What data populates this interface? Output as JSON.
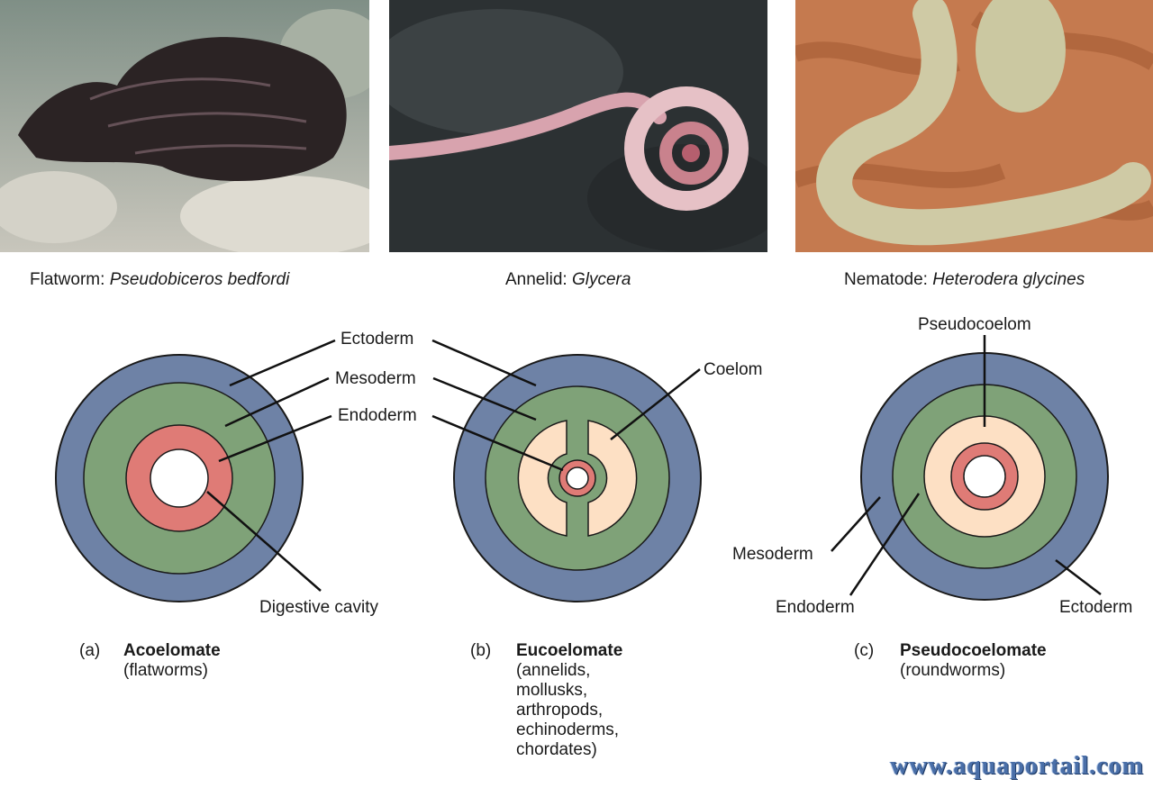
{
  "photos": [
    {
      "label_prefix": "Flatworm: ",
      "species": "Pseudobiceros bedfordi"
    },
    {
      "label_prefix": "Annelid: ",
      "species": "Glycera"
    },
    {
      "label_prefix": "Nematode: ",
      "species": "Heterodera glycines"
    }
  ],
  "labels": {
    "ectoderm": "Ectoderm",
    "mesoderm": "Mesoderm",
    "endoderm": "Endoderm",
    "coelom": "Coelom",
    "digestive_cavity": "Digestive cavity",
    "pseudocoelom": "Pseudocoelom",
    "mesoderm_c": "Mesoderm",
    "endoderm_c": "Endoderm",
    "ectoderm_c": "Ectoderm"
  },
  "subtypes": [
    {
      "letter": "(a)",
      "kind": "Acoelomate",
      "examples": [
        "(flatworms)"
      ]
    },
    {
      "letter": "(b)",
      "kind": "Eucoelomate",
      "examples": [
        "(annelids,",
        "mollusks,",
        "arthropods,",
        "echinoderms,",
        "chordates)"
      ]
    },
    {
      "letter": "(c)",
      "kind": "Pseudocoelomate",
      "examples": [
        "(roundworms)"
      ]
    }
  ],
  "colors": {
    "ectoderm": "#6e82a6",
    "mesoderm": "#7fa278",
    "endoderm": "#df7b76",
    "coelom": "#fde0c4",
    "cavity": "#ffffff"
  },
  "watermark": "www.aquaportail.com"
}
